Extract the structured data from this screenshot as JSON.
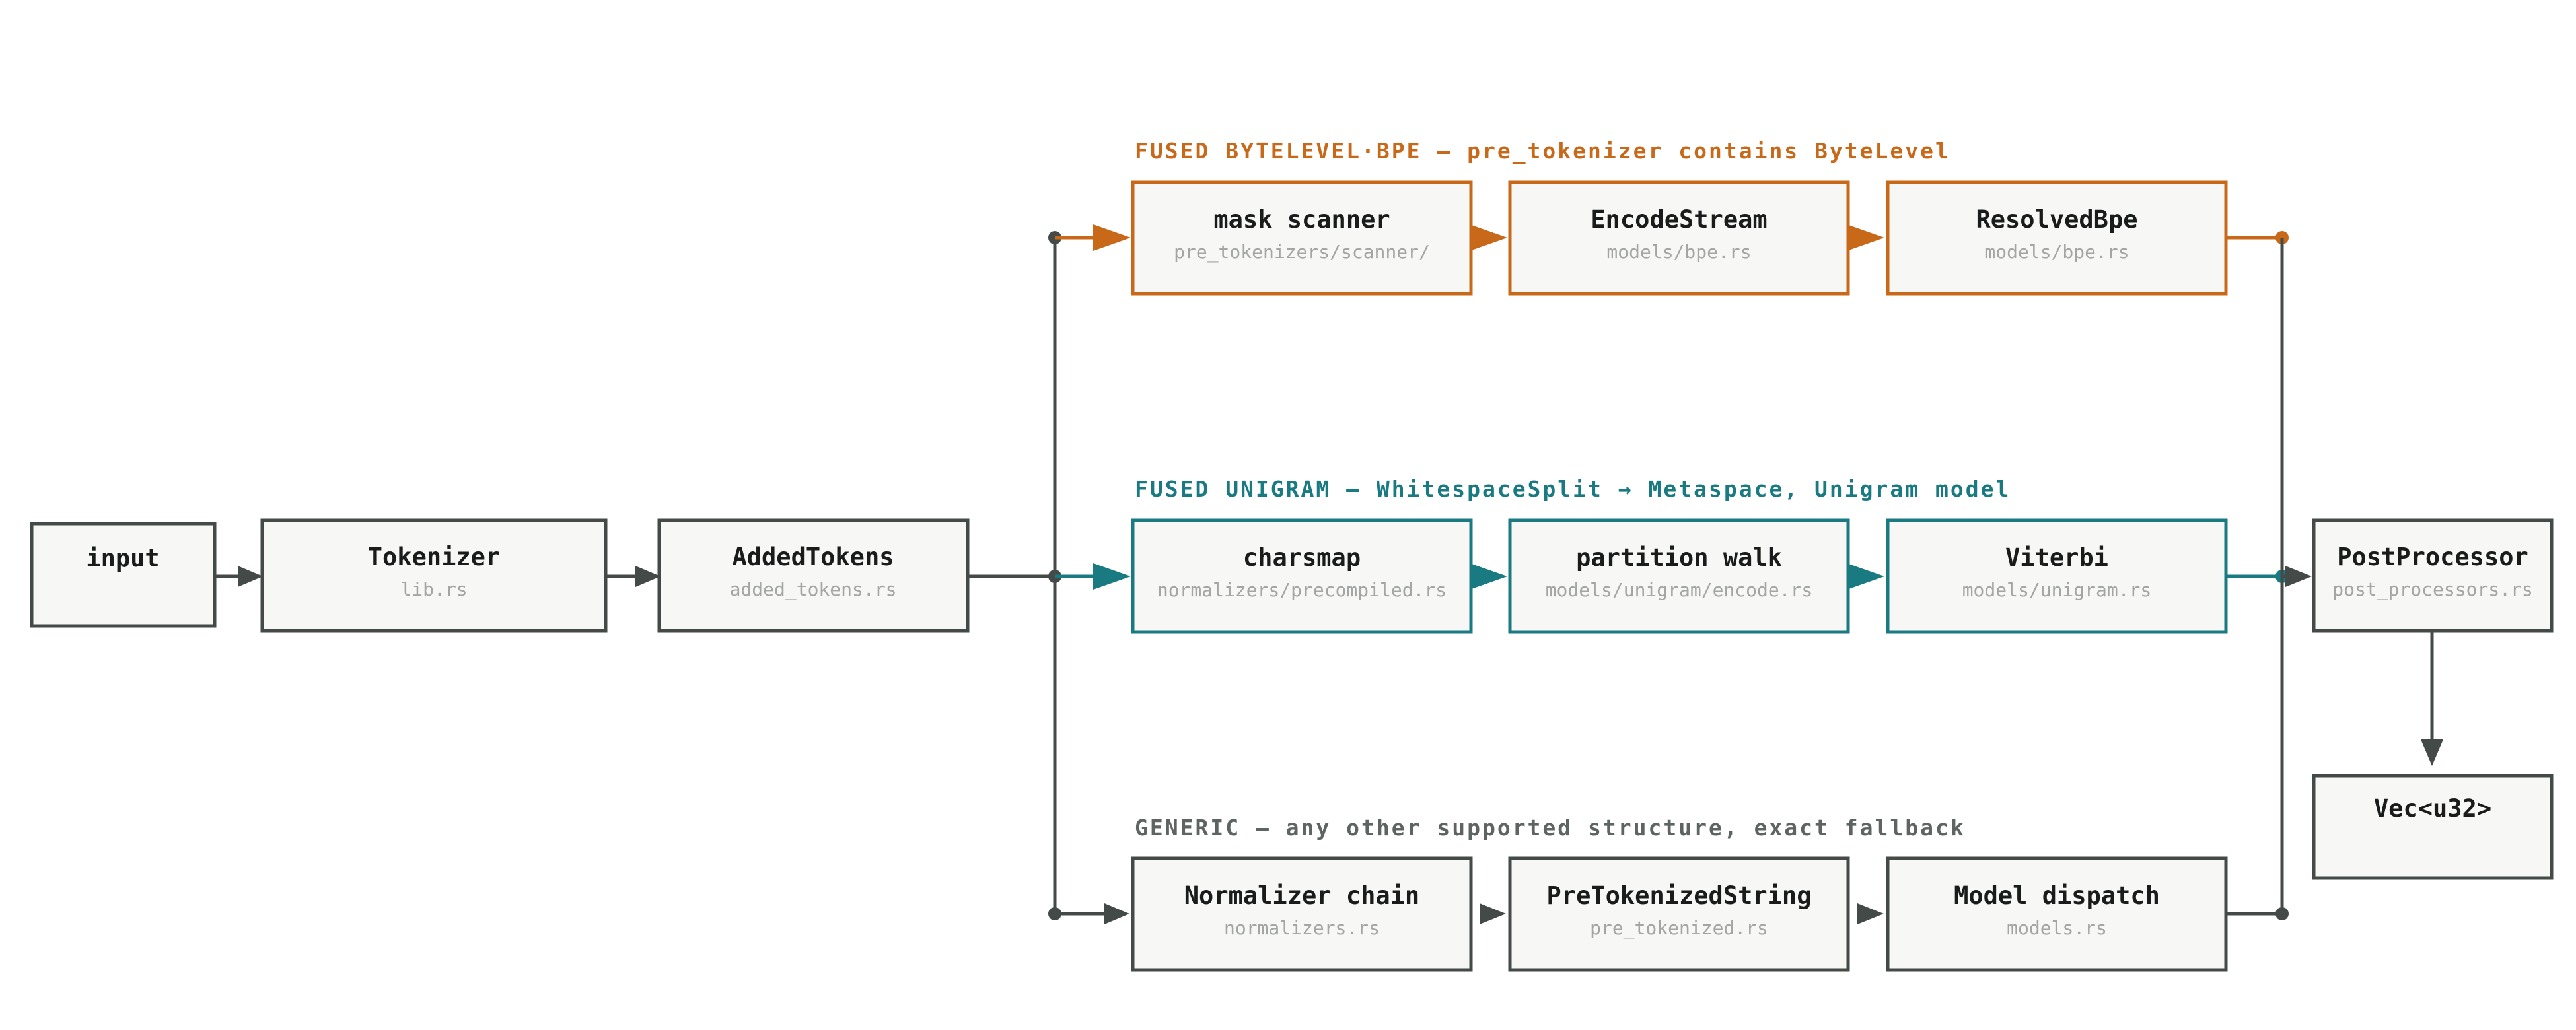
{
  "colors": {
    "fused_bytelevel_bpe": "#c8691a",
    "fused_unigram": "#1a7a82",
    "generic": "#444a48",
    "box_fill": "#f7f7f5",
    "title_text": "#1a1c1b",
    "subtitle_text": "#a3a6a4"
  },
  "lanes": {
    "bpe": {
      "label": "FUSED BYTELEVEL·BPE — pre_tokenizer contains ByteLevel"
    },
    "unigram": {
      "label": "FUSED UNIGRAM — WhitespaceSplit → Metaspace, Unigram model"
    },
    "generic": {
      "label": "GENERIC — any other supported structure, exact fallback"
    }
  },
  "nodes": {
    "input": {
      "title": "input",
      "subtitle": ""
    },
    "tokenizer": {
      "title": "Tokenizer",
      "subtitle": "lib.rs"
    },
    "added_tokens": {
      "title": "AddedTokens",
      "subtitle": "added_tokens.rs"
    },
    "mask_scanner": {
      "title": "mask scanner",
      "subtitle": "pre_tokenizers/scanner/"
    },
    "encode_stream": {
      "title": "EncodeStream",
      "subtitle": "models/bpe.rs"
    },
    "resolved_bpe": {
      "title": "ResolvedBpe",
      "subtitle": "models/bpe.rs"
    },
    "charsmap": {
      "title": "charsmap",
      "subtitle": "normalizers/precompiled.rs"
    },
    "partition_walk": {
      "title": "partition walk",
      "subtitle": "models/unigram/encode.rs"
    },
    "viterbi": {
      "title": "Viterbi",
      "subtitle": "models/unigram.rs"
    },
    "normalizer_chain": {
      "title": "Normalizer chain",
      "subtitle": "normalizers.rs"
    },
    "pretokenized_string": {
      "title": "PreTokenizedString",
      "subtitle": "pre_tokenized.rs"
    },
    "model_dispatch": {
      "title": "Model dispatch",
      "subtitle": "models.rs"
    },
    "post_processor": {
      "title": "PostProcessor",
      "subtitle": "post_processors.rs"
    },
    "output": {
      "title": "Vec<u32>",
      "subtitle": ""
    }
  }
}
